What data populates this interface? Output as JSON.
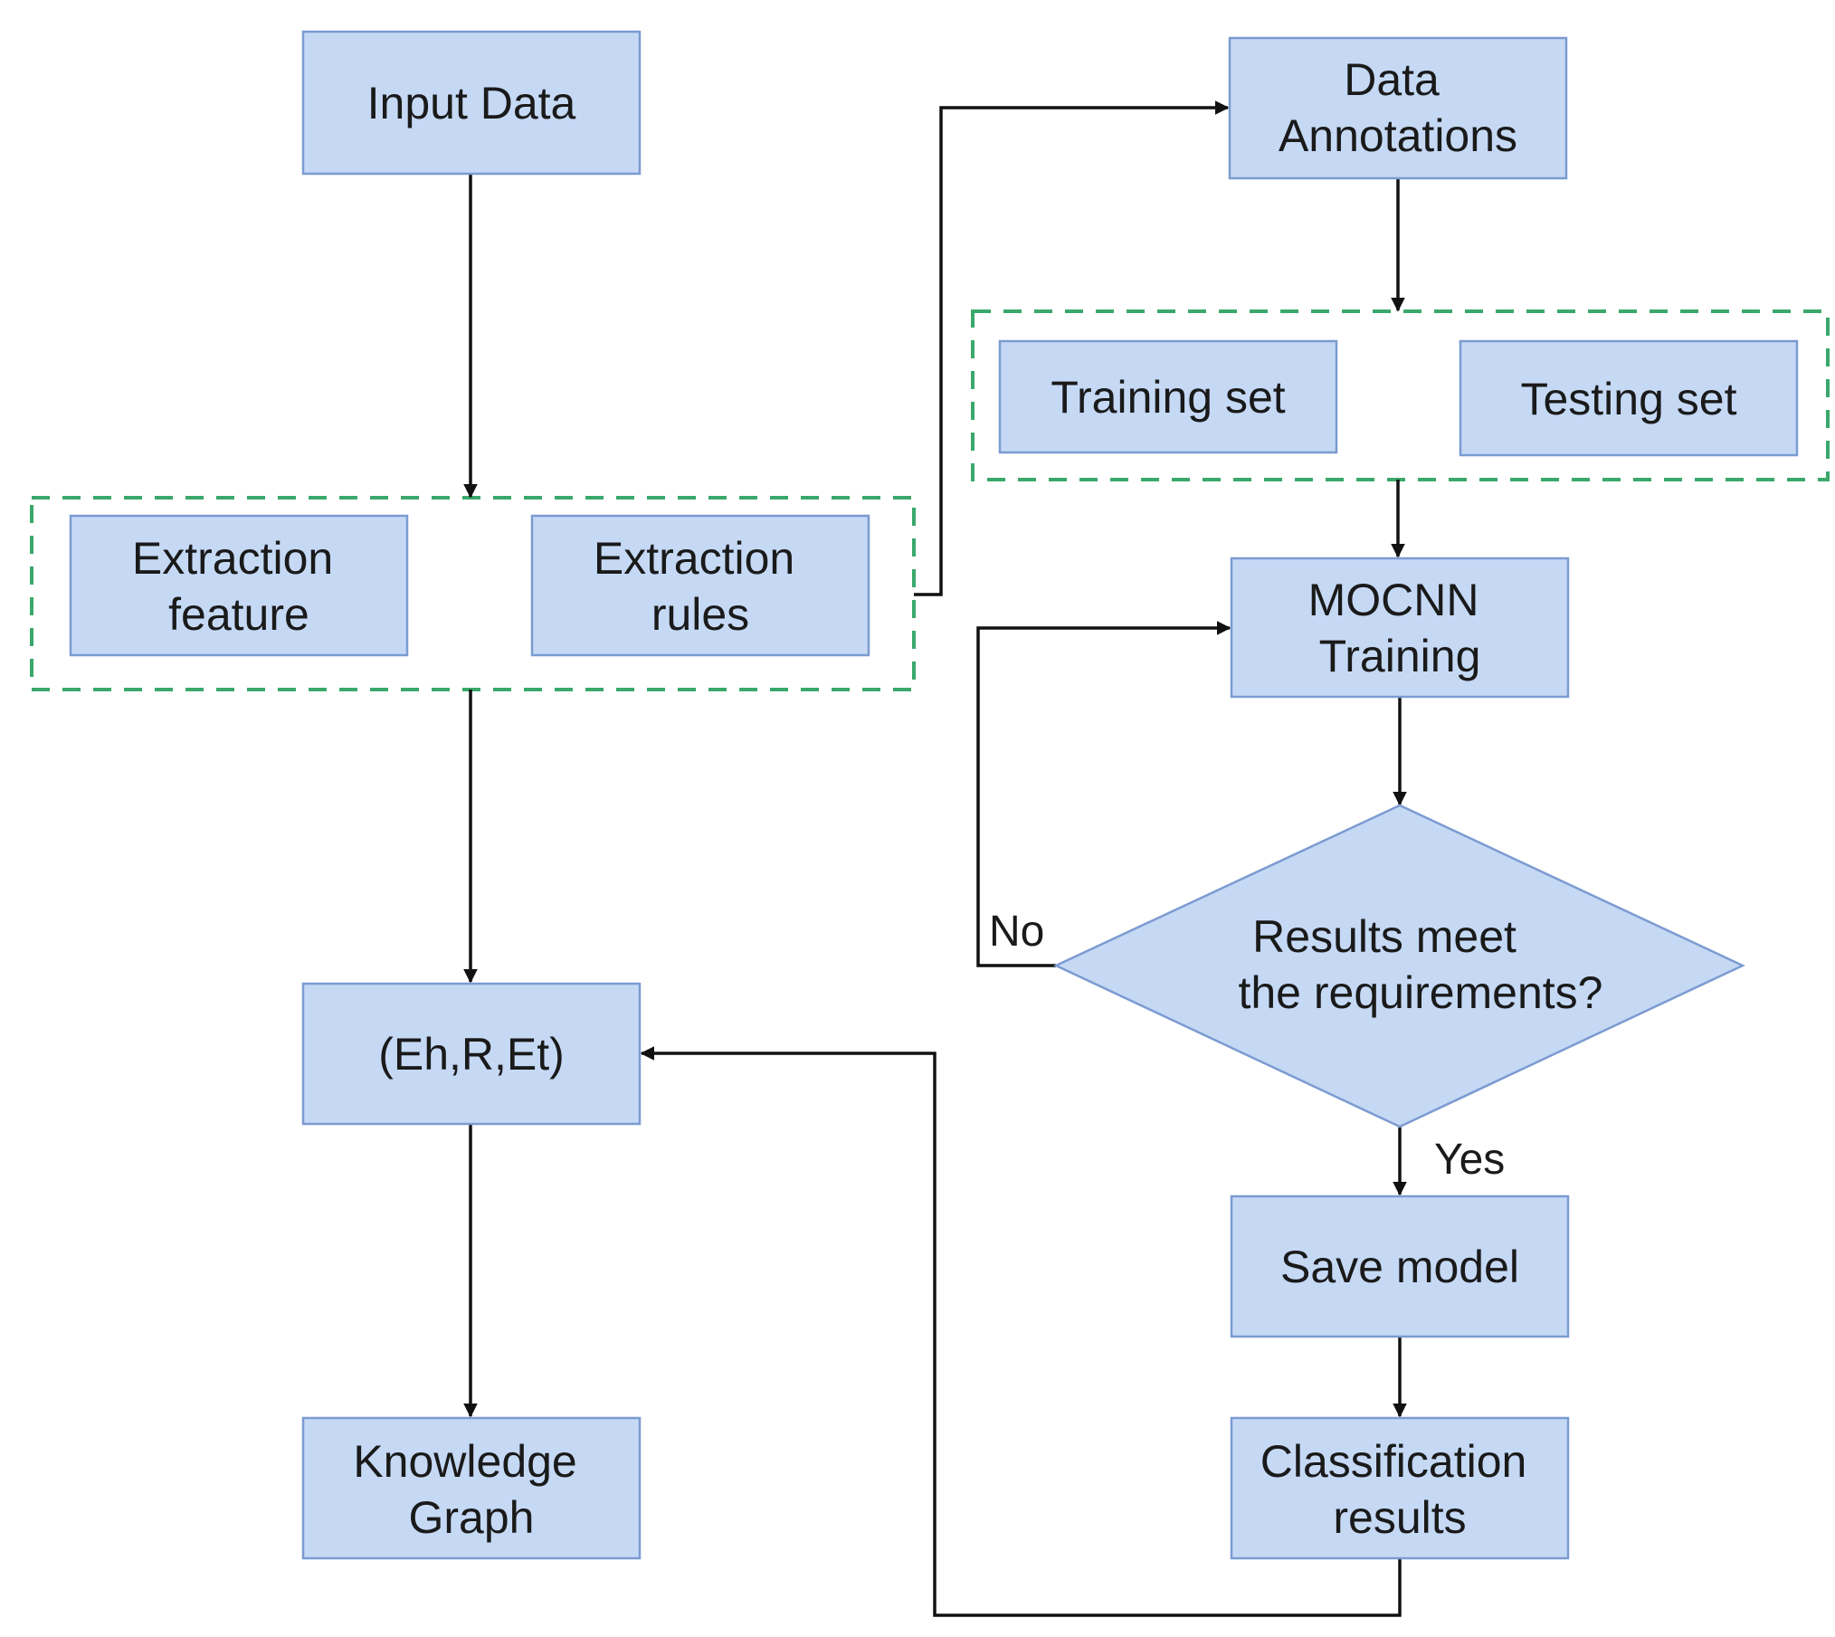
{
  "nodes": {
    "input_data": [
      "Input Data"
    ],
    "extraction_feature": [
      "Extraction",
      "feature"
    ],
    "extraction_rules": [
      "Extraction",
      "rules"
    ],
    "triple": [
      "(Eh,R,Et)"
    ],
    "knowledge_graph": [
      "Knowledge",
      "Graph"
    ],
    "data_annotations": [
      "Data",
      "Annotations"
    ],
    "training_set": [
      "Training set"
    ],
    "testing_set": [
      "Testing set"
    ],
    "mocnn_training": [
      "MOCNN",
      "Training"
    ],
    "decision": [
      "Results meet",
      "the  requirements?"
    ],
    "save_model": [
      "Save model"
    ],
    "classification_results": [
      "Classification",
      "results"
    ]
  },
  "edge_labels": {
    "no": "No",
    "yes": "Yes"
  },
  "colors": {
    "node_fill": "#c5d9f5",
    "node_stroke": "#7b9bd1",
    "group_dash": "#3aa86b",
    "arrow": "#111111"
  }
}
